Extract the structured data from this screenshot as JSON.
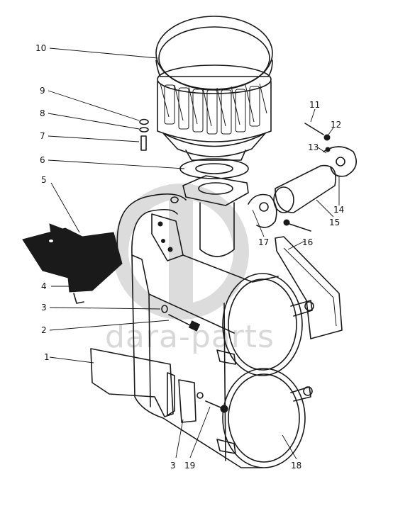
{
  "watermark": {
    "text": "dara-parts",
    "logo_text": "ᗡΛ",
    "color": "#d8d8d8"
  },
  "parts": [
    {
      "id": "p10",
      "number": "10"
    },
    {
      "id": "p9",
      "number": "9"
    },
    {
      "id": "p8",
      "number": "8"
    },
    {
      "id": "p7",
      "number": "7"
    },
    {
      "id": "p6",
      "number": "6"
    },
    {
      "id": "p5",
      "number": "5"
    },
    {
      "id": "p4",
      "number": "4"
    },
    {
      "id": "p3a",
      "number": "3"
    },
    {
      "id": "p2",
      "number": "2"
    },
    {
      "id": "p1",
      "number": "1"
    },
    {
      "id": "p3b",
      "number": "3"
    },
    {
      "id": "p19",
      "number": "19"
    },
    {
      "id": "p18",
      "number": "18"
    },
    {
      "id": "p17",
      "number": "17"
    },
    {
      "id": "p16",
      "number": "16"
    },
    {
      "id": "p15",
      "number": "15"
    },
    {
      "id": "p14",
      "number": "14"
    },
    {
      "id": "p13",
      "number": "13"
    },
    {
      "id": "p12",
      "number": "12"
    },
    {
      "id": "p11",
      "number": "11"
    }
  ]
}
